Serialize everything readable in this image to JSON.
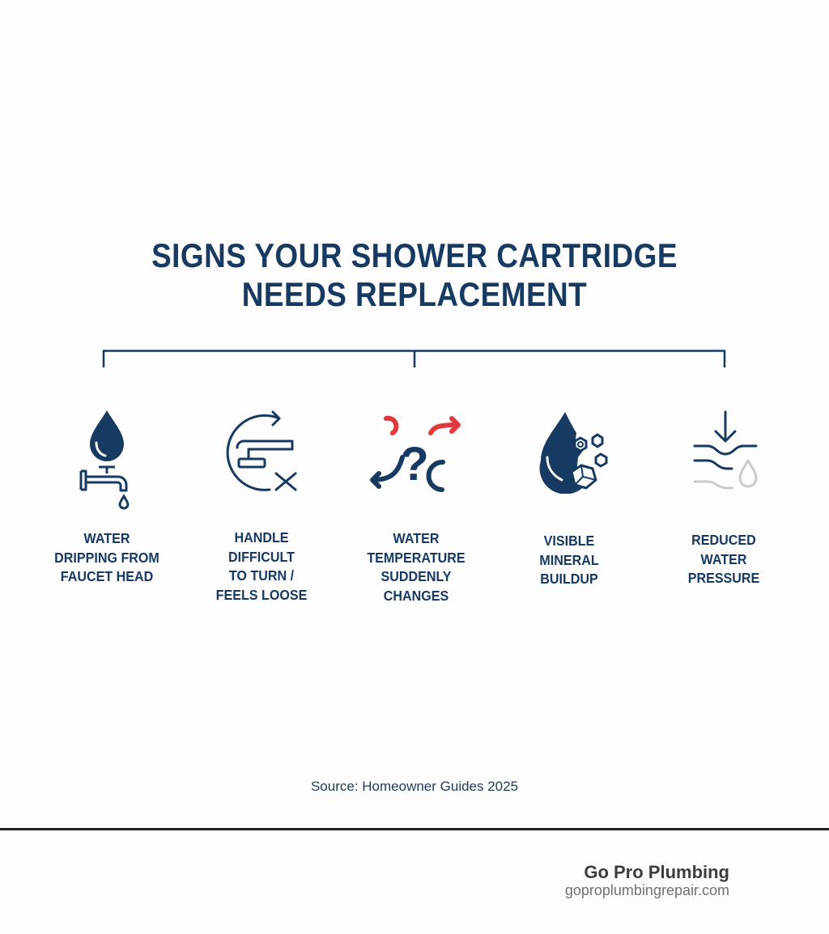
{
  "title": {
    "line1": "SIGNS YOUR SHOWER CARTRIDGE",
    "line2": "NEEDS REPLACEMENT"
  },
  "colors": {
    "primary": "#173a63",
    "accent": "#e0393e",
    "muted": "#c8cbce"
  },
  "signs": [
    {
      "icon": "dripping-faucet-icon",
      "lines": [
        "WATER",
        "DRIPPING FROM",
        "FAUCET HEAD"
      ]
    },
    {
      "icon": "stuck-handle-icon",
      "lines": [
        "HANDLE",
        "DIFFICULT",
        "TO TURN /",
        "FEELS LOOSE"
      ]
    },
    {
      "icon": "temperature-change-icon",
      "lines": [
        "WATER",
        "TEMPERATURE",
        "SUDDENLY",
        "CHANGES"
      ]
    },
    {
      "icon": "mineral-buildup-icon",
      "lines": [
        "VISIBLE",
        "MINERAL",
        "BUILDUP"
      ]
    },
    {
      "icon": "low-pressure-icon",
      "lines": [
        "REDUCED",
        "WATER",
        "PRESSURE"
      ]
    }
  ],
  "source": "Source: Homeowner Guides 2025",
  "footer": {
    "brand": "Go Pro Plumbing",
    "url": "goproplumbingrepair.com"
  }
}
